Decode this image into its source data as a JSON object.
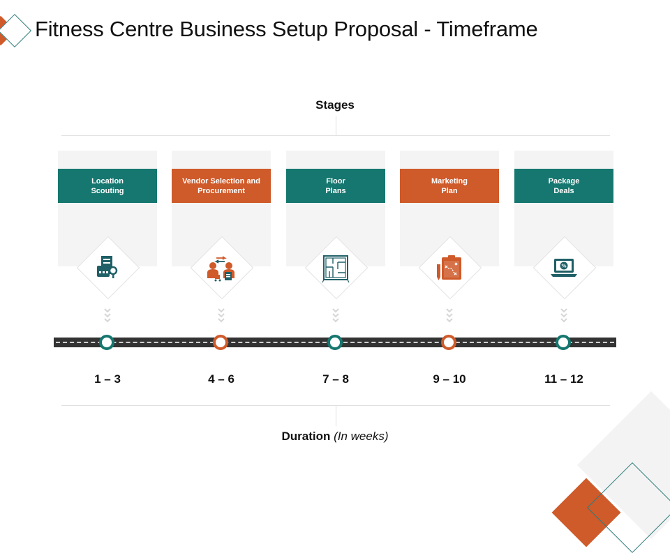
{
  "title": "Fitness Centre Business Setup Proposal - Timeframe",
  "stages_label": "Stages",
  "stages": [
    {
      "label": "Location\nScouting",
      "icon": "location-scouting-icon",
      "duration": "1 – 3",
      "color": "#15776f"
    },
    {
      "label": "Vendor Selection and\nProcurement",
      "icon": "vendor-procurement-icon",
      "duration": "4 – 6",
      "color": "#cf5a2a"
    },
    {
      "label": "Floor\nPlans",
      "icon": "floor-plan-icon",
      "duration": "7 – 8",
      "color": "#15776f"
    },
    {
      "label": "Marketing\nPlan",
      "icon": "marketing-plan-icon",
      "duration": "9 – 10",
      "color": "#cf5a2a"
    },
    {
      "label": "Package\nDeals",
      "icon": "laptop-discount-icon",
      "duration": "11 – 12",
      "color": "#15776f"
    }
  ],
  "duration_label": "Duration",
  "duration_unit": "(In weeks)",
  "colors": {
    "teal": "#15776f",
    "orange": "#cf5a2a",
    "icon": "#1f5f66"
  }
}
